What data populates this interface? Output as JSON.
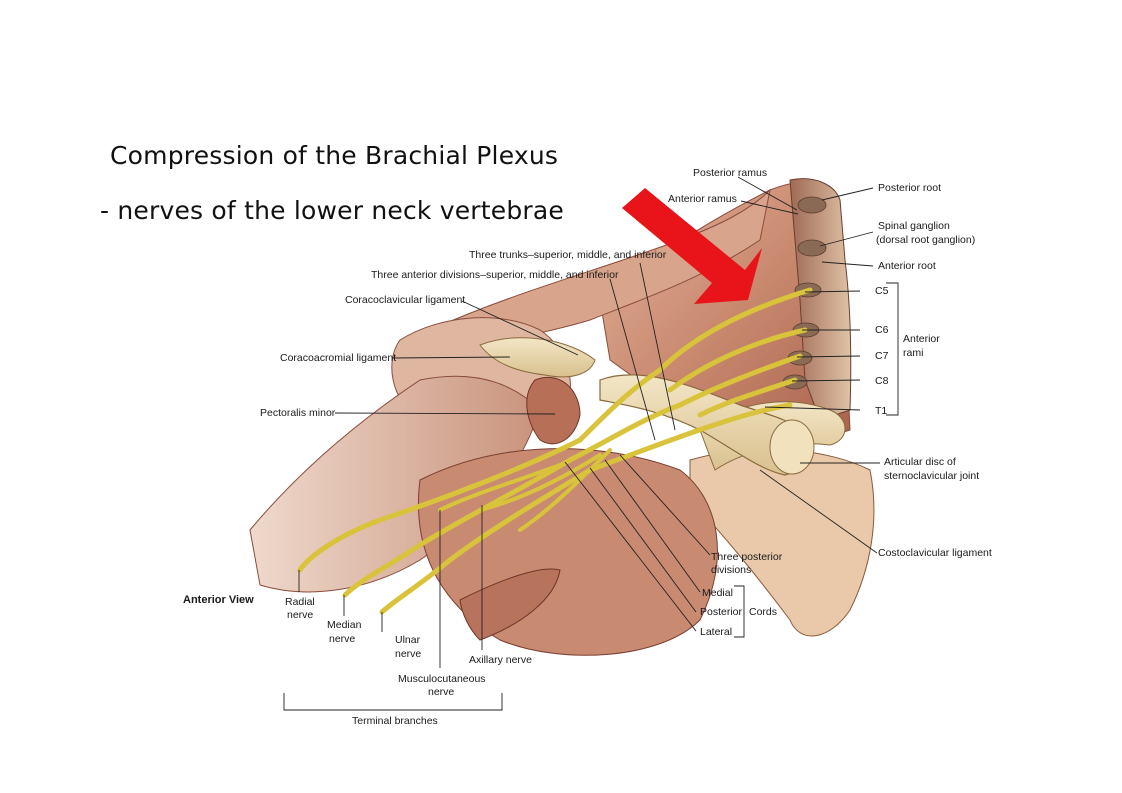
{
  "slide": {
    "title_line1": "Compression of the Brachial Plexus",
    "title_line2": "- nerves of the lower neck vertebrae"
  },
  "colors": {
    "arrow": "#e8141a",
    "nerve": "#d8c33a",
    "muscle": "#c9826a",
    "bone": "#e6d3a6"
  },
  "labels": {
    "posterior_ramus": "Posterior ramus",
    "anterior_ramus": "Anterior ramus",
    "posterior_root": "Posterior root",
    "spinal_ganglion_1": "Spinal ganglion",
    "spinal_ganglion_2": "(dorsal root ganglion)",
    "anterior_root": "Anterior root",
    "c5": "C5",
    "c6": "C6",
    "c7": "C7",
    "c8": "C8",
    "t1": "T1",
    "anterior_rami_1": "Anterior",
    "anterior_rami_2": "rami",
    "three_trunks": "Three trunks–superior, middle, and inferior",
    "three_anterior_divisions": "Three anterior divisions–superior, middle, and inferior",
    "coracoclavicular_ligament": "Coracoclavicular ligament",
    "coracoacromial_ligament": "Coracoacromial ligament",
    "pectoralis_minor": "Pectoralis minor",
    "articular_disc_1": "Articular disc of",
    "articular_disc_2": "sternoclavicular joint",
    "costoclavicular_ligament": "Costoclavicular ligament",
    "three_posterior_divisions_1": "Three posterior",
    "three_posterior_divisions_2": "divisions",
    "medial": "Medial",
    "posterior": "Posterior",
    "lateral": "Lateral",
    "cords": "Cords",
    "anterior_view": "Anterior View",
    "radial_nerve_1": "Radial",
    "radial_nerve_2": "nerve",
    "median_nerve_1": "Median",
    "median_nerve_2": "nerve",
    "ulnar_nerve_1": "Ulnar",
    "ulnar_nerve_2": "nerve",
    "axillary_nerve": "Axillary nerve",
    "musculocutaneous_1": "Musculocutaneous",
    "musculocutaneous_2": "nerve",
    "terminal_branches": "Terminal branches"
  }
}
